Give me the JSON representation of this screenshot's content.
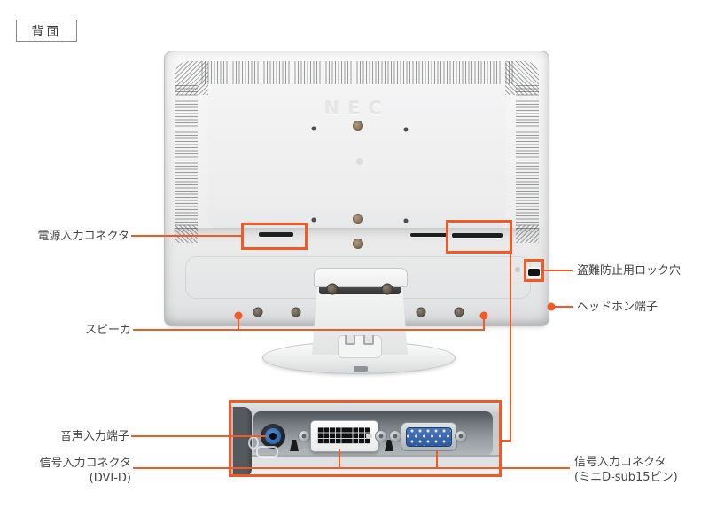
{
  "accent_color": "#f15a24",
  "title": {
    "label": "背面"
  },
  "monitor": {
    "embossed_logo": "NEC"
  },
  "callouts": {
    "left": [
      {
        "id": "power",
        "label": "電源入力コネクタ"
      },
      {
        "id": "speaker",
        "label": "スピーカ"
      },
      {
        "id": "audio",
        "label": "音声入力端子"
      },
      {
        "id": "dvi",
        "label": "信号入力コネクタ",
        "sublabel": "(DVI-D)"
      }
    ],
    "right": [
      {
        "id": "lock",
        "label": "盗難防止用ロック穴"
      },
      {
        "id": "headphone",
        "label": "ヘッドホン端子"
      },
      {
        "id": "vga",
        "label": "信号入力コネクタ",
        "sublabel": "(ミニD-sub15ピン)"
      }
    ]
  },
  "panel": {
    "connectors": [
      "audio-input-jack",
      "dvi-d-connector",
      "mini-dsub15-connector"
    ]
  }
}
